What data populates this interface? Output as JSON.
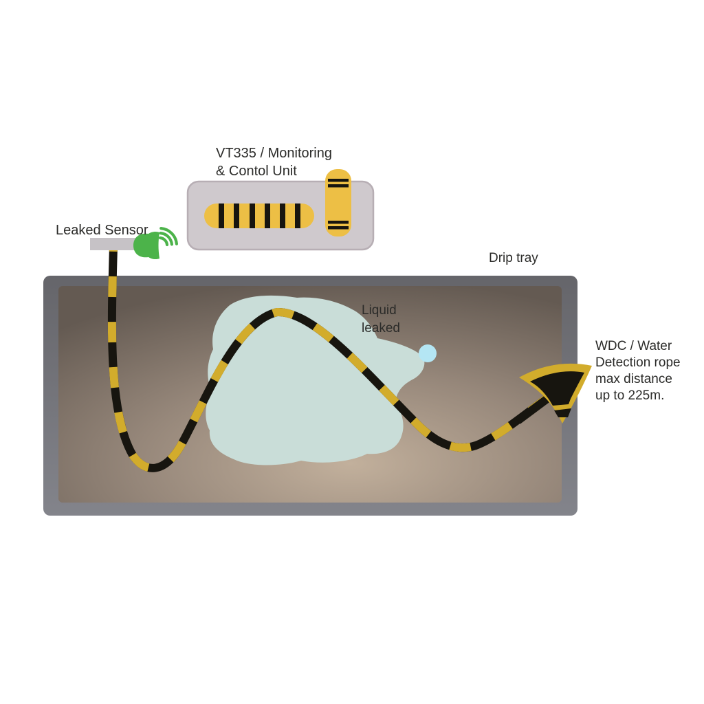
{
  "labels": {
    "unit": "VT335 / Monitoring\n& Contol Unit",
    "sensor": "Leaked Sensor",
    "tray": "Drip tray",
    "liquid": "Liquid\nleaked",
    "wdc": "WDC / Water\nDetection rope\nmax distance\nup to 225m."
  },
  "colors": {
    "background": "#ffffff",
    "text": "#2b2b29",
    "rope_yellow": "#d2ac2c",
    "rope_black": "#17150f",
    "unit_yellow": "#edbf45",
    "unit_body": "#cfc9cd",
    "unit_border": "#b7aeb4",
    "sensor_green": "#4cb34a",
    "sensor_bar_gray": "#c6c2c6",
    "puddle_blue": "#c9ddd8",
    "droplet_blue": "#b4e6f4",
    "tray_frame_top": "#65656a",
    "tray_frame_bottom": "#83848b",
    "tray_inner_light": "#c2b09c",
    "tray_inner_mid": "#96877a",
    "tray_inner_dark": "#645a52"
  }
}
